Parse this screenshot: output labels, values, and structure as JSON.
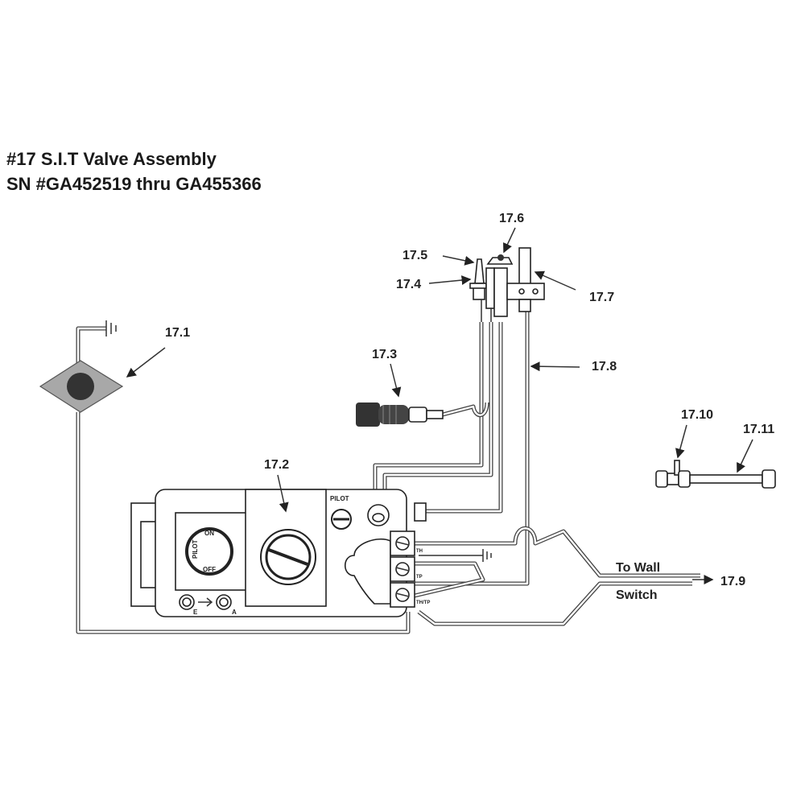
{
  "title": {
    "line1": "#17 S.I.T Valve Assembly",
    "line2": "SN #GA452519 thru GA455366"
  },
  "callouts": {
    "p17_1": "17.1",
    "p17_2": "17.2",
    "p17_3": "17.3",
    "p17_4": "17.4",
    "p17_5": "17.5",
    "p17_6": "17.6",
    "p17_7": "17.7",
    "p17_8": "17.8",
    "p17_9": "17.9",
    "p17_10": "17.10",
    "p17_11": "17.11"
  },
  "wall_switch": {
    "line1": "To Wall",
    "line2": "Switch"
  },
  "valve_markings": {
    "pilot": "PILOT",
    "on": "ON",
    "off": "OFF",
    "knob_pilot": "PILOT",
    "e": "E",
    "a": "A",
    "th": "TH",
    "tp": "TP",
    "thtp": "TH/TP"
  },
  "colors": {
    "diamond": "#a8a8a8",
    "button": "#333333",
    "line": "#333333"
  }
}
